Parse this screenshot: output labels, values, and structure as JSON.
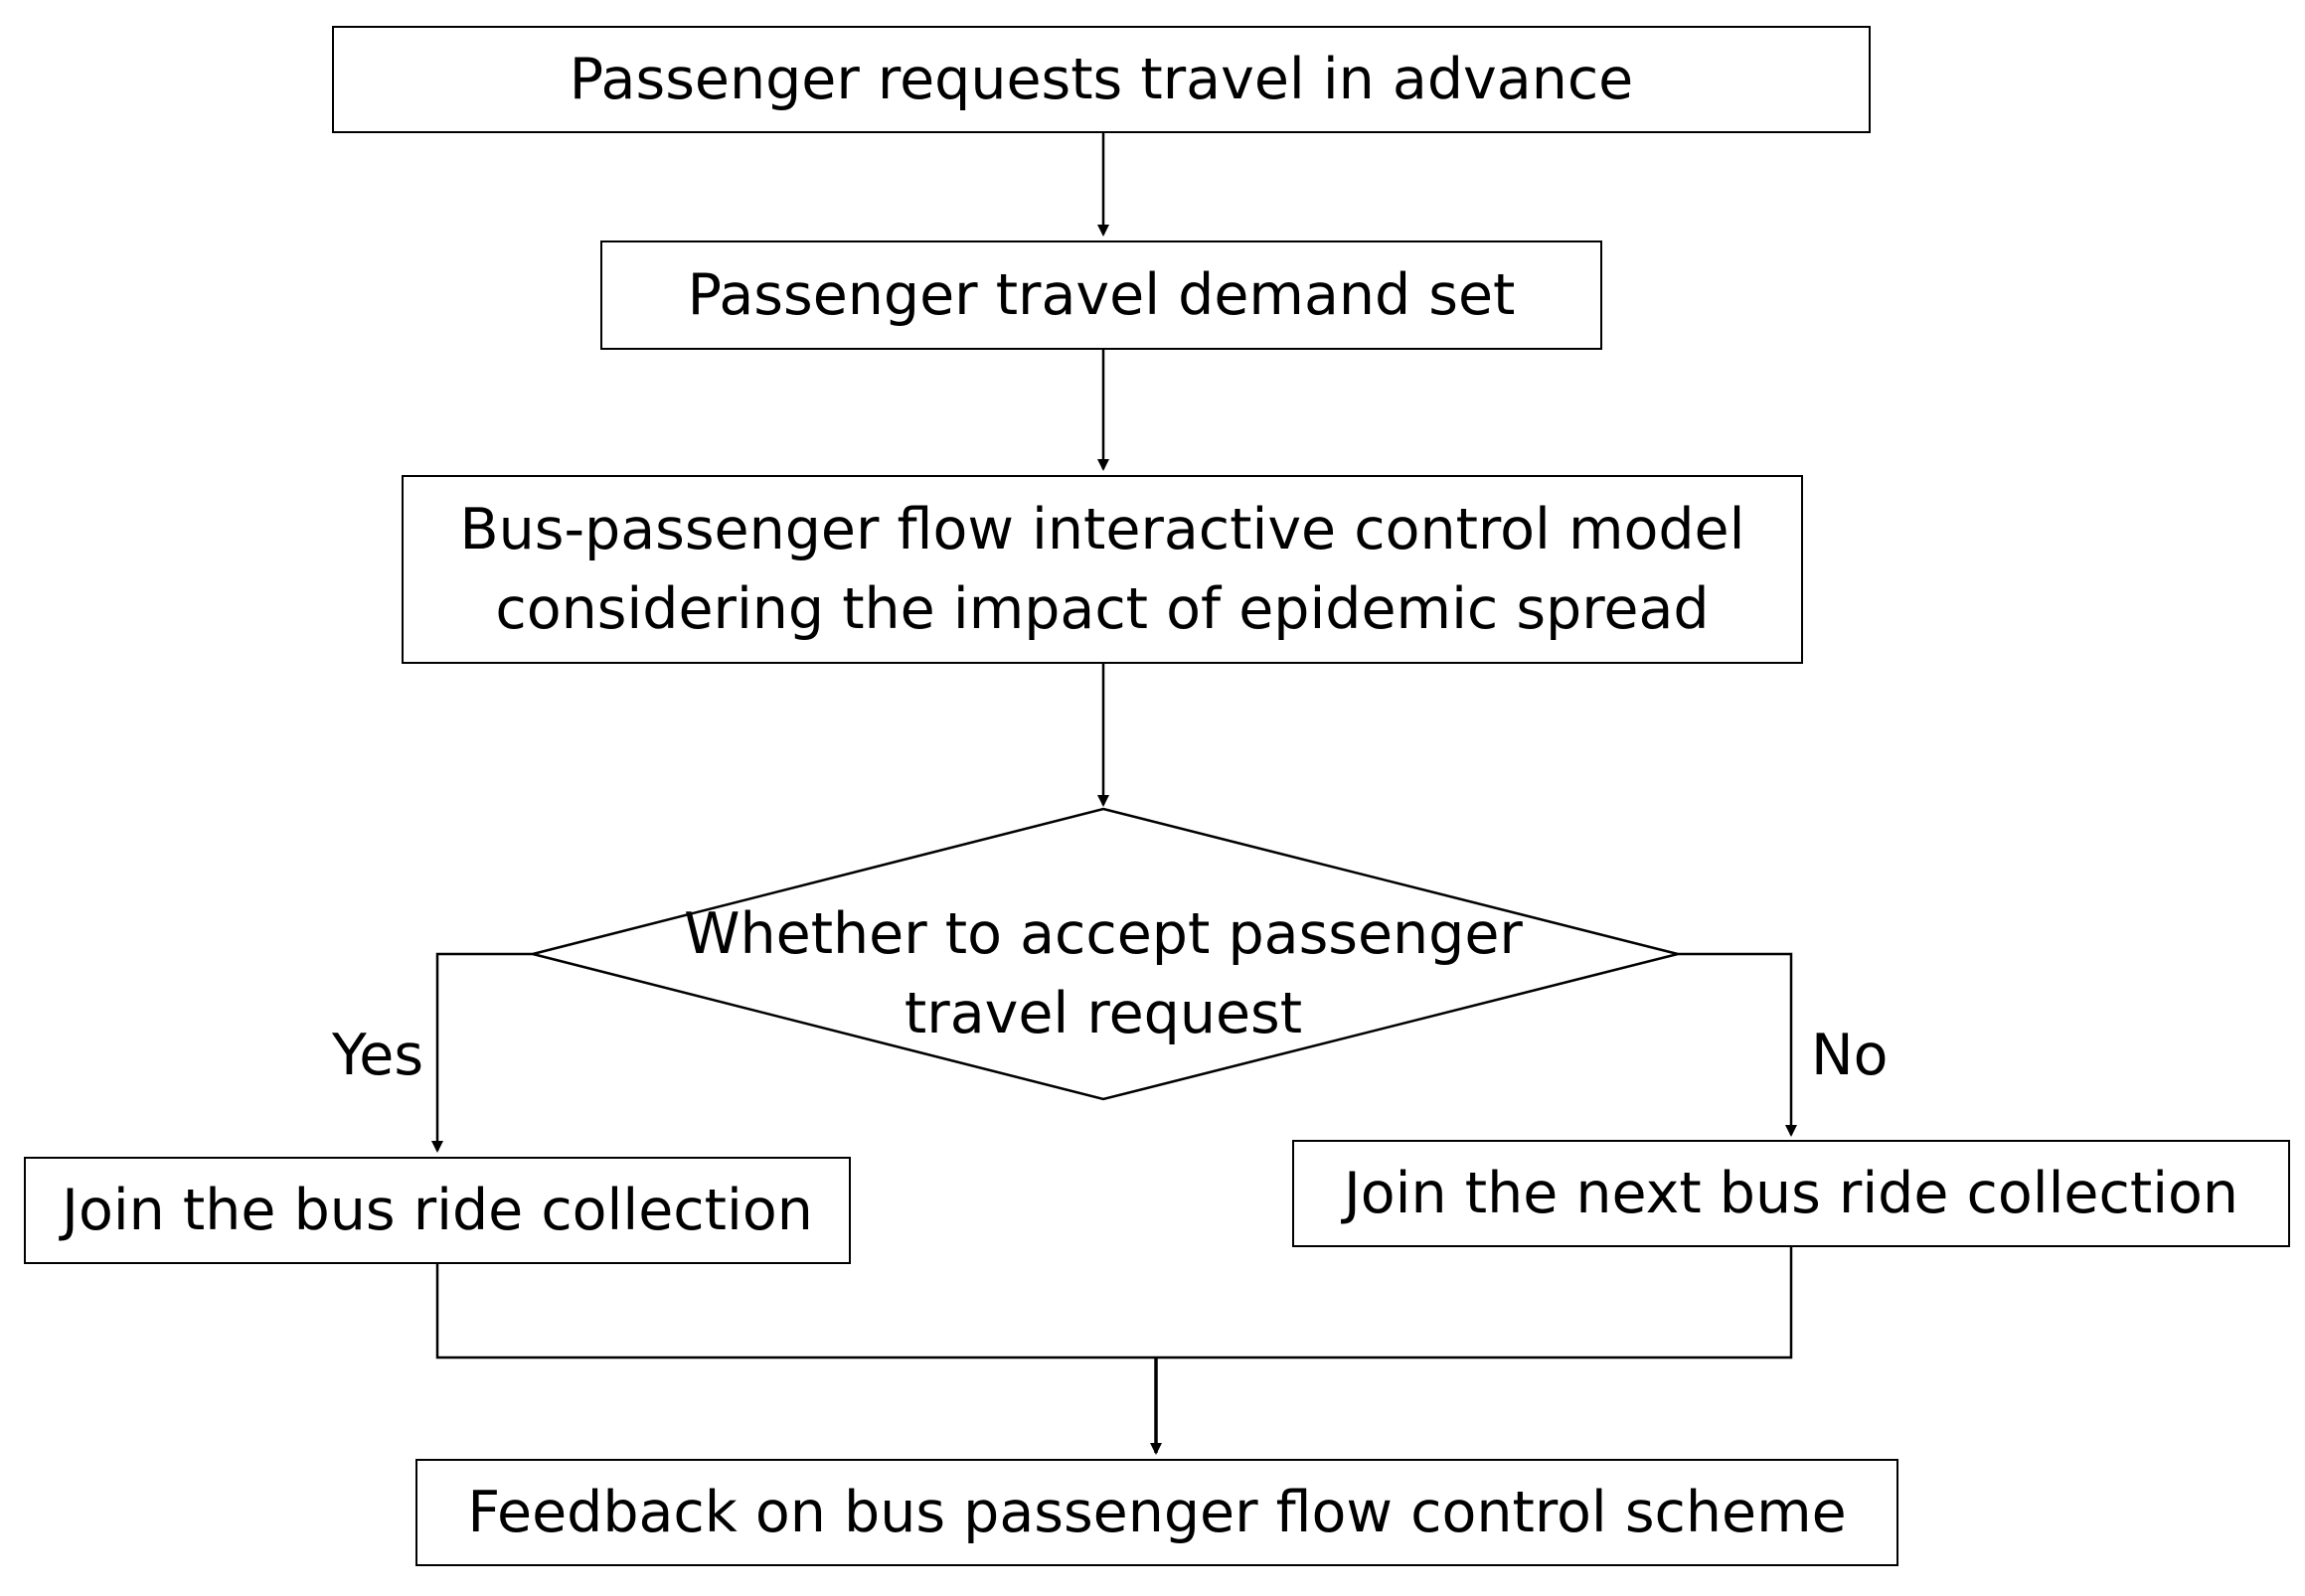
{
  "flowchart": {
    "nodes": {
      "request": {
        "text": "Passenger requests travel in advance"
      },
      "demand_set": {
        "text": "Passenger travel demand set"
      },
      "model": {
        "line1": "Bus-passenger flow interactive control model",
        "line2": "considering the impact of epidemic spread"
      },
      "decision": {
        "line1": "Whether to accept passenger",
        "line2": "travel request"
      },
      "join_bus": {
        "text": "Join the bus ride collection"
      },
      "join_next_bus": {
        "text": "Join the next bus ride collection"
      },
      "feedback": {
        "text": "Feedback on bus passenger flow control scheme"
      }
    },
    "edge_labels": {
      "yes": "Yes",
      "no": "No"
    }
  }
}
